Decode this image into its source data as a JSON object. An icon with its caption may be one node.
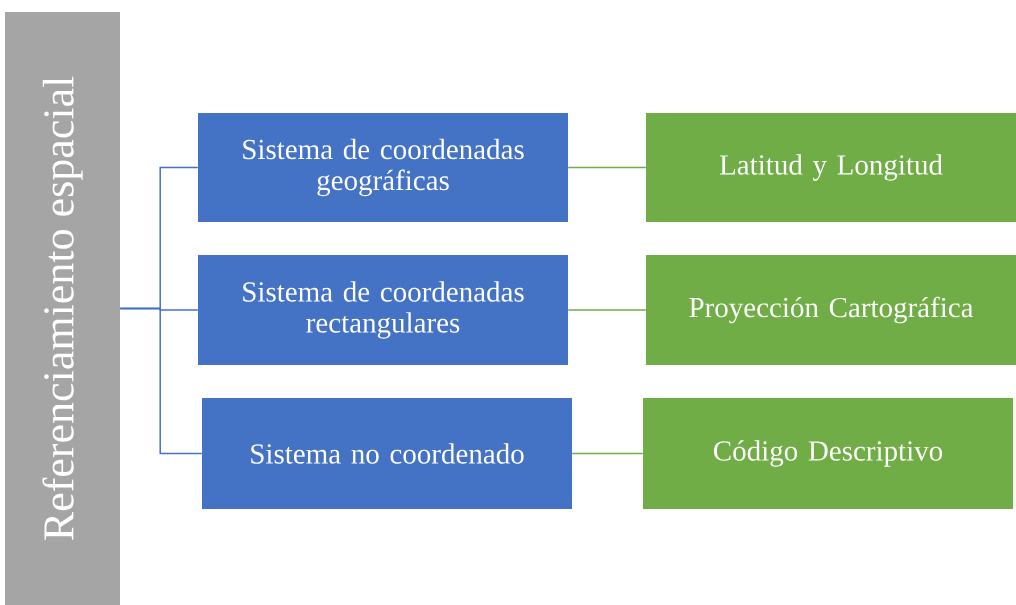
{
  "diagram": {
    "nodes": [
      {
        "text": [
          "Referenciamiento espacial"
        ]
      },
      {
        "text": [
          "Sistema de coordenadas geográficas"
        ]
      },
      {
        "text": [
          "Sistema de coordenadas rectangulares"
        ]
      },
      {
        "text": [
          "Sistema no coordenado"
        ]
      },
      {
        "text": [
          "Latitud y Longitud"
        ]
      },
      {
        "text": [
          "Proyección Cartográfica"
        ]
      },
      {
        "text": [
          "Código Descriptivo"
        ]
      }
    ],
    "edges": [
      {
        "from": 0,
        "to": 1,
        "arrow": "none",
        "color": "#4472c4"
      },
      {
        "from": 0,
        "to": 2,
        "arrow": "none",
        "color": "#4472c4"
      },
      {
        "from": 0,
        "to": 3,
        "arrow": "none",
        "color": "#4472c4"
      },
      {
        "from": 1,
        "to": 4,
        "arrow": "none",
        "color": "#70ad47"
      },
      {
        "from": 2,
        "to": 5,
        "arrow": "none",
        "color": "#70ad47"
      },
      {
        "from": 3,
        "to": 6,
        "arrow": "none",
        "color": "#70ad47"
      }
    ]
  }
}
